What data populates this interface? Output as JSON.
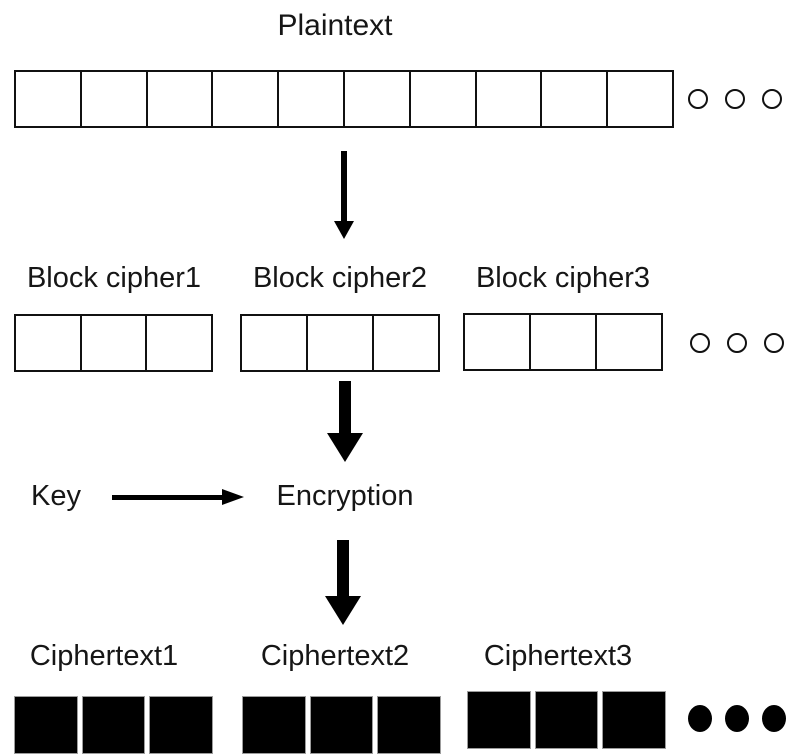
{
  "figure": {
    "title": "Plaintext",
    "key_label": "Key",
    "encryption_label": "Encryption",
    "block_labels": [
      "Block cipher1",
      "Block cipher2",
      "Block cipher3"
    ],
    "ciphertext_labels": [
      "Ciphertext1",
      "Ciphertext2",
      "Ciphertext3"
    ],
    "plaintext_row": {
      "cell_count": 10,
      "ellipsis_count": 3,
      "fill": "white"
    },
    "block_cipher_row": {
      "group_count": 3,
      "cells_per_group": 3,
      "ellipsis_count": 3,
      "fill": "white"
    },
    "ciphertext_row": {
      "group_count": 3,
      "cells_per_group": 3,
      "ellipsis_count": 3,
      "fill": "black"
    },
    "colors": {
      "stroke": "#111111",
      "ciphertext_fill": "#000000",
      "background": "#ffffff",
      "text": "#161616"
    }
  }
}
